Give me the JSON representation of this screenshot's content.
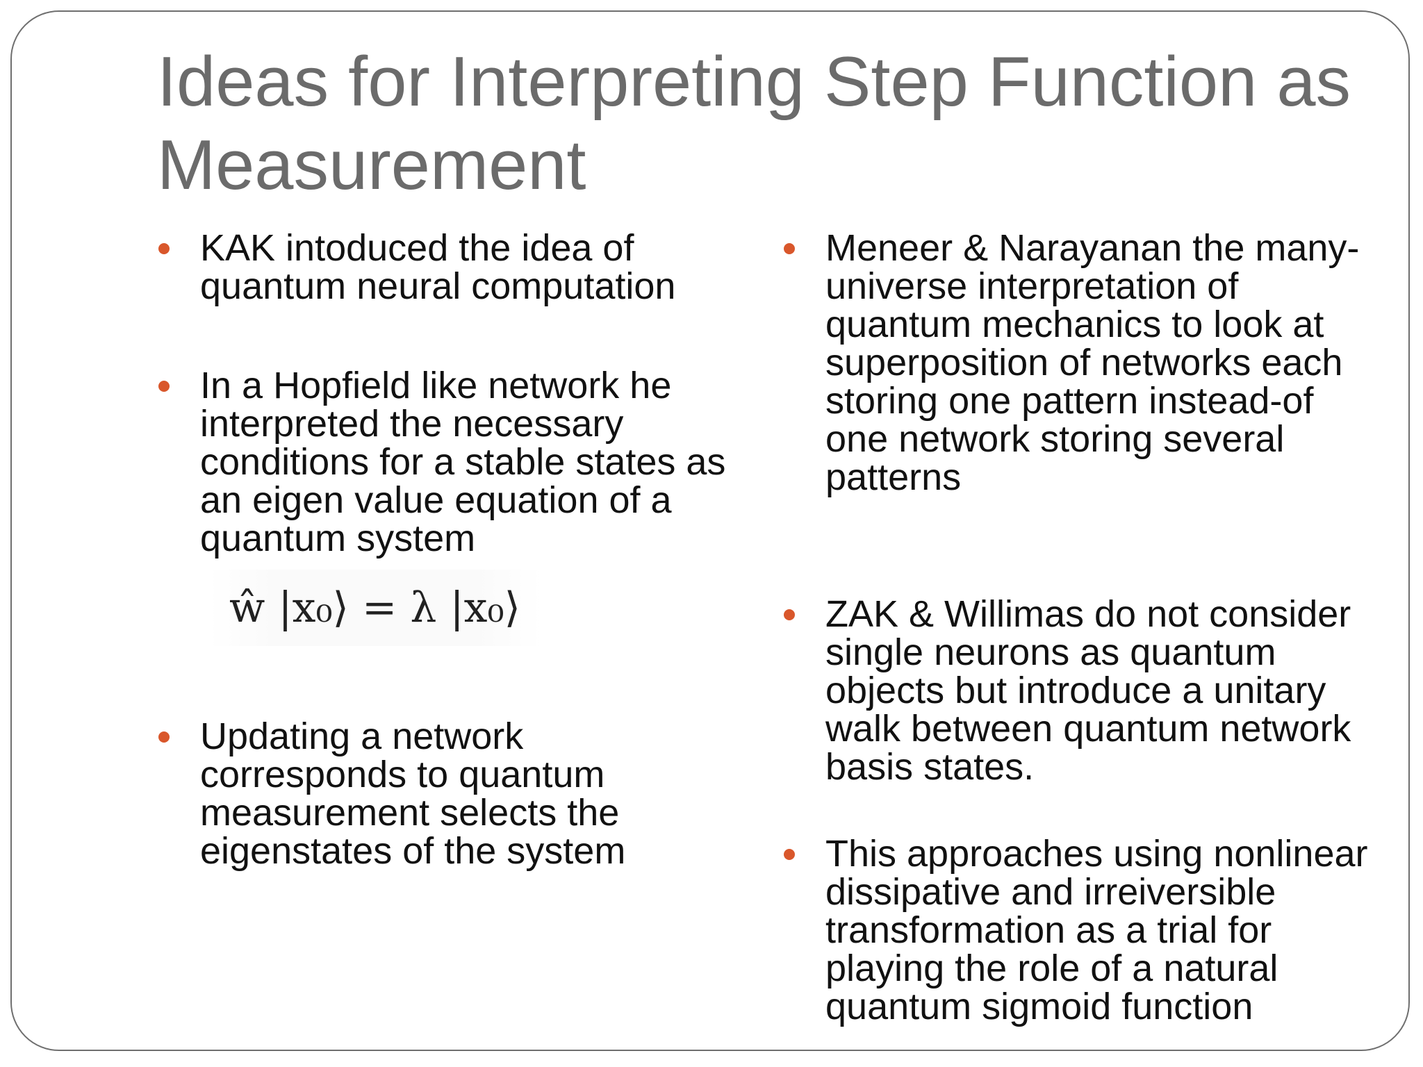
{
  "slide": {
    "title": "Ideas for Interpreting Step Function as Measurement",
    "equation": "ŵ |x₀⟩ = λ |x₀⟩",
    "accent_color": "#d9572b",
    "left_bullets": [
      "KAK intoduced the idea of quantum neural computation",
      "In a Hopfield like network he interpreted the necessary conditions for a stable states as an eigen value equation of a quantum system",
      "Updating a network corresponds to quantum measurement selects the eigenstates of the system"
    ],
    "right_bullets": [
      "Meneer & Narayanan the many-universe interpretation of quantum mechanics to look at superposition of networks each storing one pattern instead-of one network storing several patterns",
      "ZAK & Willimas do not consider single neurons as quantum objects but introduce a unitary walk between quantum network basis states.",
      "This approaches using nonlinear dissipative and irreiversible transformation as a trial for playing the role of a natural quantum sigmoid function"
    ]
  }
}
